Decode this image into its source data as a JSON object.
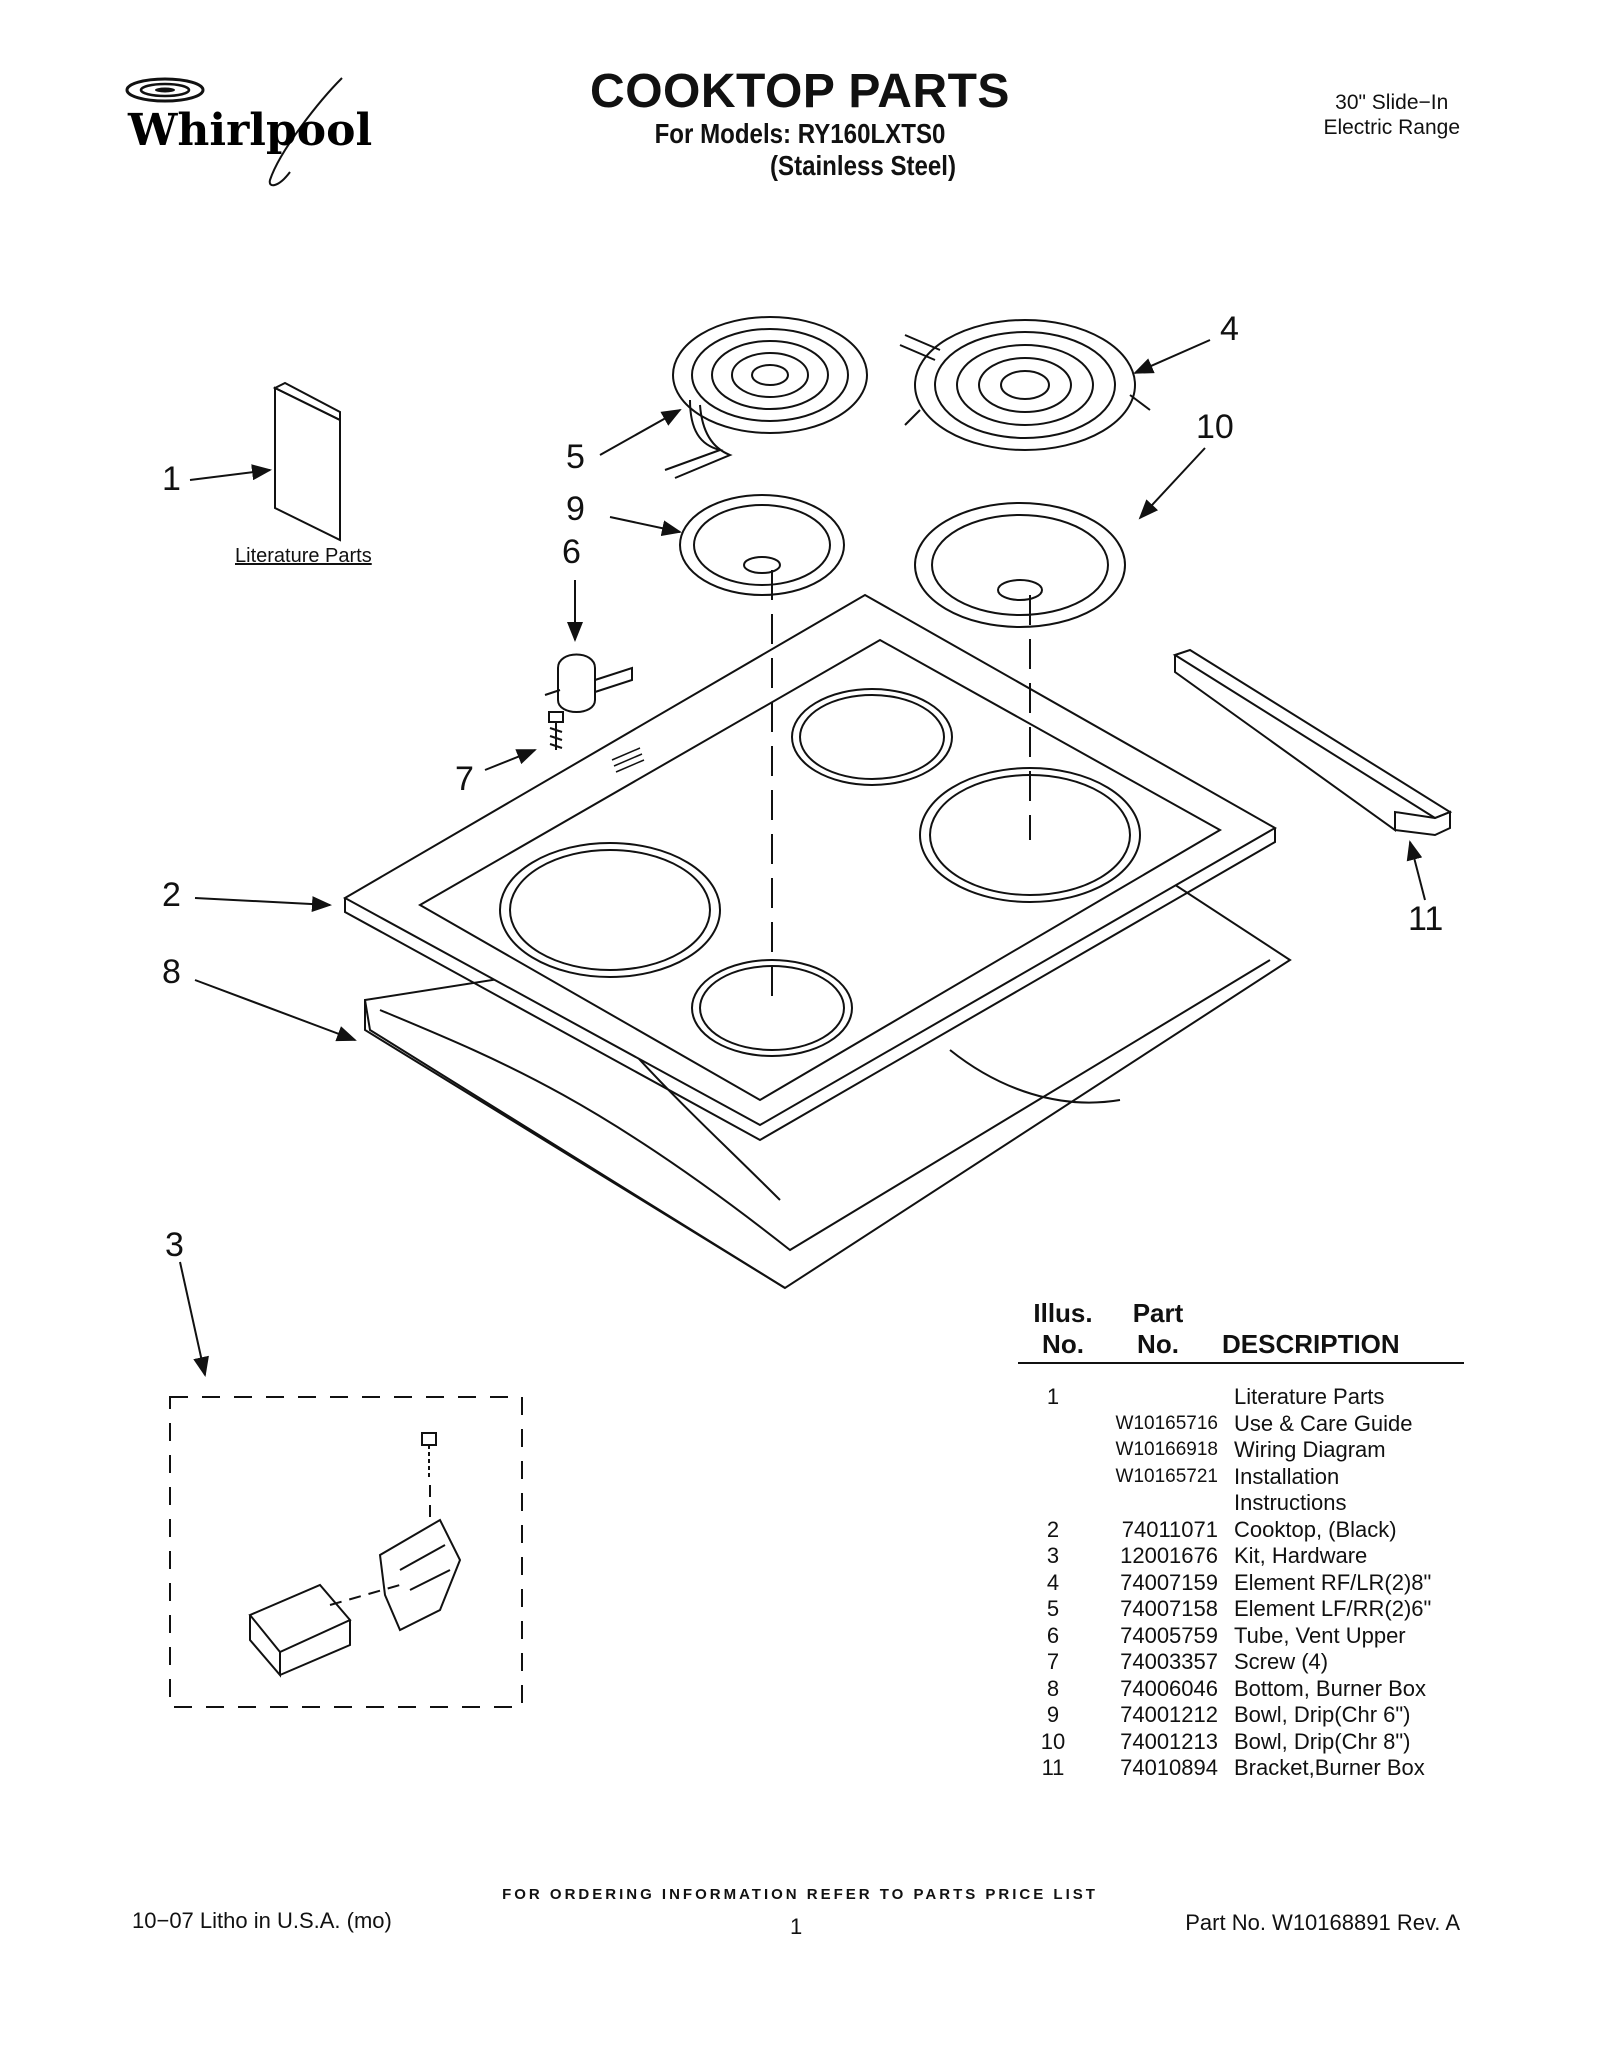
{
  "header": {
    "brand": "Whirlpool",
    "title": "COOKTOP PARTS",
    "models_line": "For Models: RY160LXTS0",
    "finish_line": "(Stainless Steel)",
    "range_type_line1": "30\" Slide−In",
    "range_type_line2": "Electric Range"
  },
  "diagram": {
    "callouts": [
      "1",
      "2",
      "3",
      "4",
      "5",
      "6",
      "7",
      "8",
      "9",
      "10",
      "11"
    ],
    "literature_label": "Literature Parts"
  },
  "parts_table": {
    "headers": {
      "illus_line1": "Illus.",
      "illus_line2": "No.",
      "part_line1": "Part",
      "part_line2": "No.",
      "description": "DESCRIPTION"
    },
    "rows": [
      {
        "illus": "1",
        "part": "",
        "desc": "Literature Parts"
      },
      {
        "illus": "",
        "part": "W10165716",
        "desc": "Use & Care Guide"
      },
      {
        "illus": "",
        "part": "W10166918",
        "desc": "Wiring Diagram"
      },
      {
        "illus": "",
        "part": "W10165721",
        "desc": "Installation"
      },
      {
        "illus": "",
        "part": "",
        "desc": "Instructions"
      },
      {
        "illus": "2",
        "part": "74011071",
        "desc": "Cooktop, (Black)"
      },
      {
        "illus": "3",
        "part": "12001676",
        "desc": "Kit, Hardware"
      },
      {
        "illus": "4",
        "part": "74007159",
        "desc": "Element RF/LR(2)8\""
      },
      {
        "illus": "5",
        "part": "74007158",
        "desc": "Element LF/RR(2)6\""
      },
      {
        "illus": "6",
        "part": "74005759",
        "desc": "Tube, Vent Upper"
      },
      {
        "illus": "7",
        "part": "74003357",
        "desc": "Screw (4)"
      },
      {
        "illus": "8",
        "part": "74006046",
        "desc": "Bottom, Burner Box"
      },
      {
        "illus": "9",
        "part": "74001212",
        "desc": "Bowl, Drip(Chr 6\")"
      },
      {
        "illus": "10",
        "part": "74001213",
        "desc": "Bowl, Drip(Chr 8\")"
      },
      {
        "illus": "11",
        "part": "74010894",
        "desc": "Bracket,Burner Box"
      }
    ]
  },
  "footer": {
    "ordering_note": "FOR ORDERING INFORMATION REFER TO PARTS PRICE LIST",
    "litho": "10−07 Litho in U.S.A. (mo)",
    "page_number": "1",
    "part_number": "Part No. W10168891 Rev. A"
  }
}
